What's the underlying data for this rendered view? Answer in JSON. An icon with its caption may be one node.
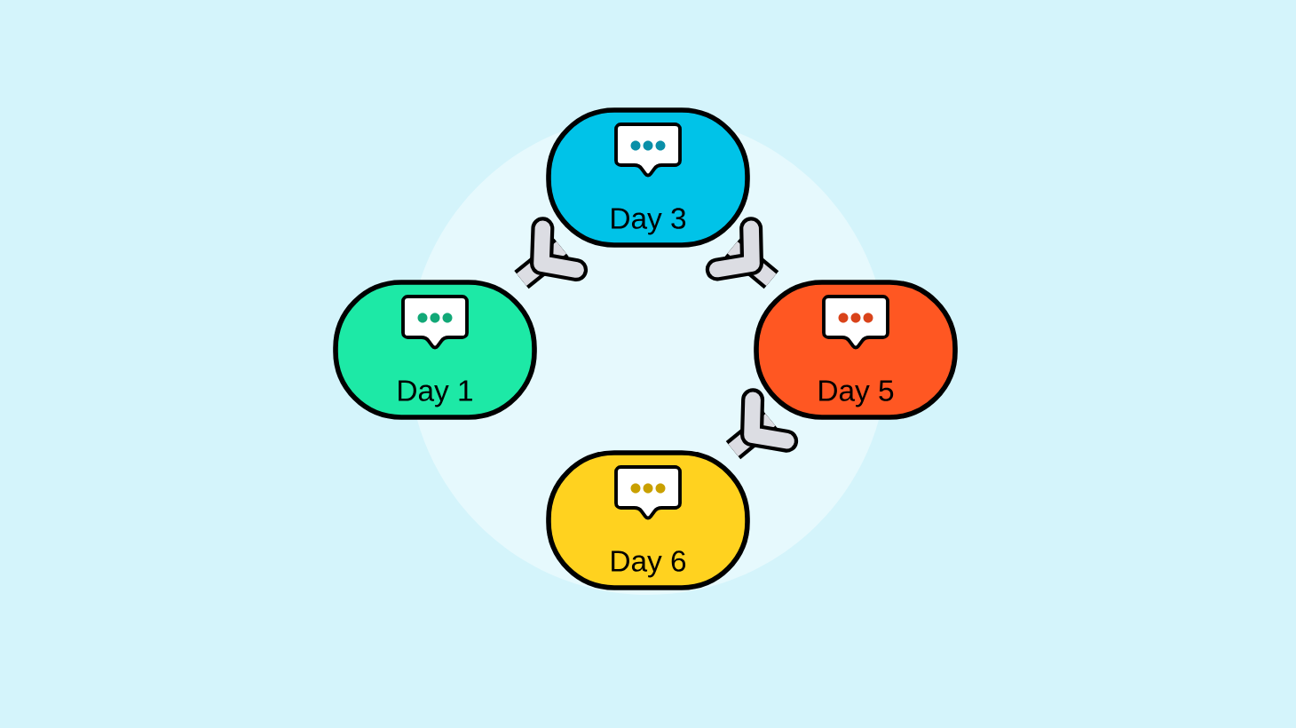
{
  "diagram": {
    "nodes": [
      {
        "text": [
          "Day 3"
        ]
      },
      {
        "text": [
          "Day 1"
        ]
      },
      {
        "text": [
          "Day 5"
        ]
      },
      {
        "text": [
          "Day 6"
        ]
      }
    ],
    "edges": [
      {
        "from": 0,
        "to": 1,
        "arrow": "to"
      },
      {
        "from": 0,
        "to": 2,
        "arrow": "to"
      },
      {
        "from": 2,
        "to": 3,
        "arrow": "to"
      }
    ]
  }
}
